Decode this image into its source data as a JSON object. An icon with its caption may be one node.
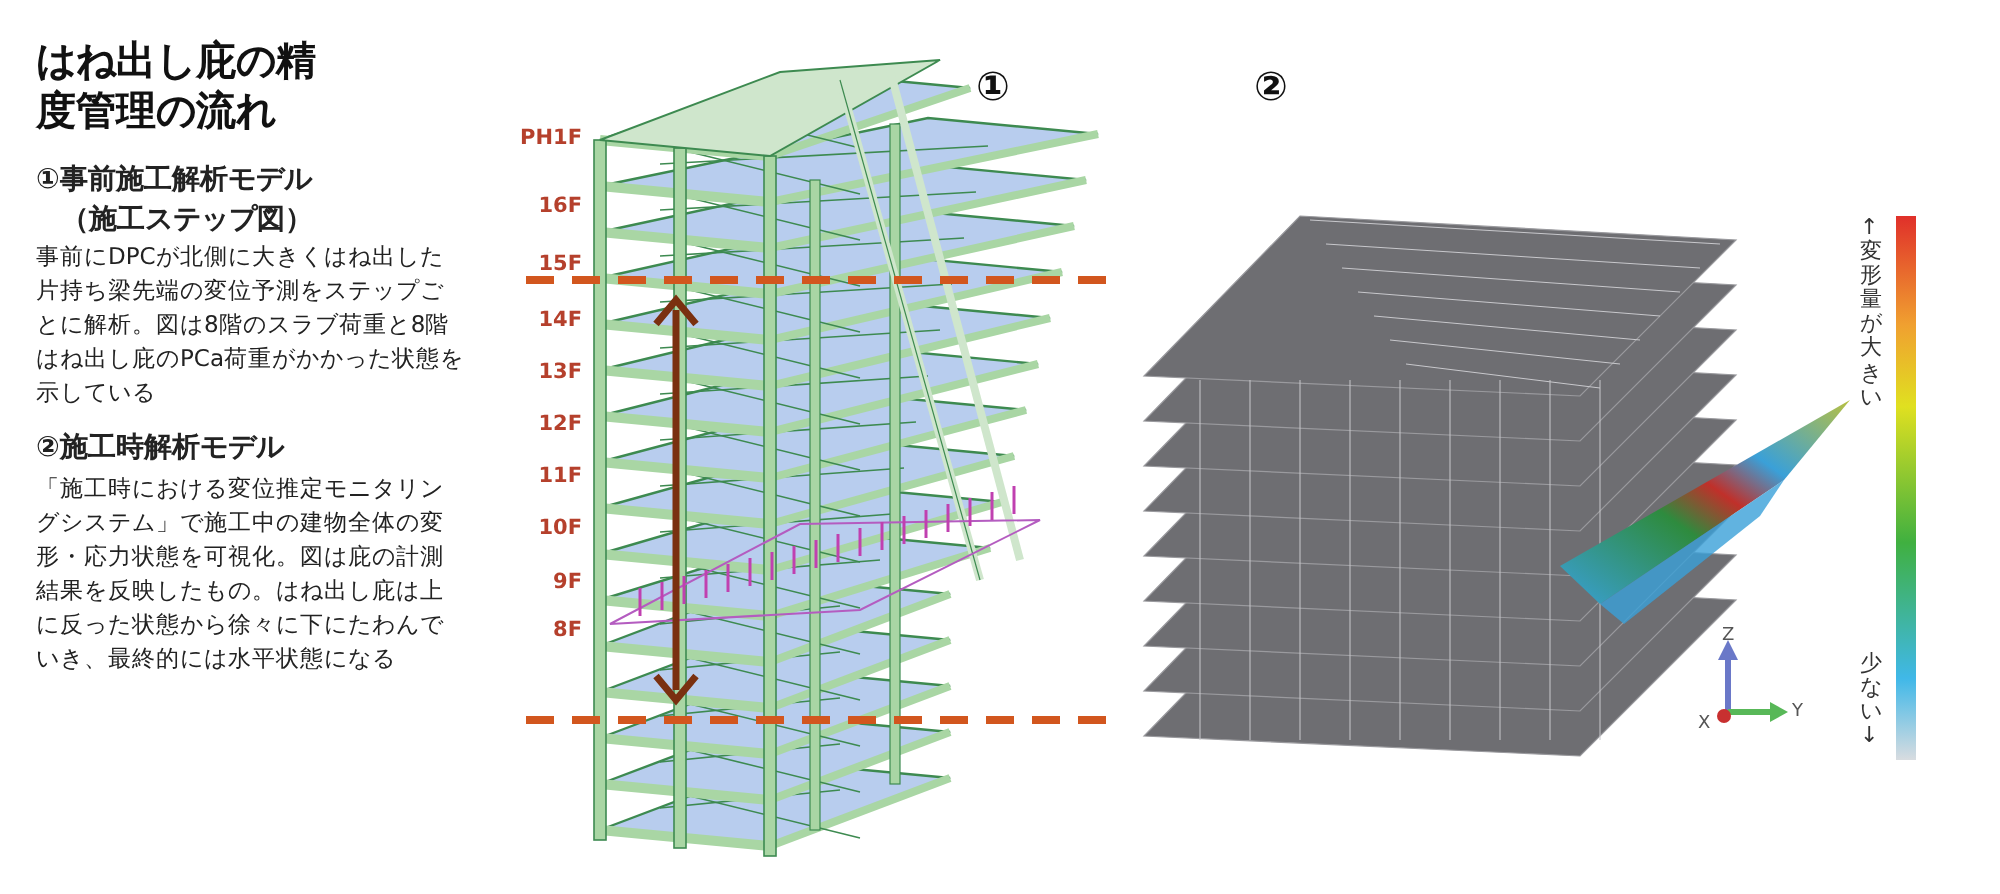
{
  "diagram": {
    "title": "はね出し庇の精度管理の流れ",
    "labels": [
      "①事前施工解析モデル（施工ステップ図）",
      "事前にDPCが北側に大きくはね出した片持ち梁先端の変位予測をステップごとに解析。図は8階のスラブ荷重と8階はね出し庇のPCa荷重がかかった状態を示している",
      "②施工時解析モデル",
      "「施工時における変位推定モニタリングシステム」で施工中の建物全体の変形・応力状態を可視化。図は庇の計測結果を反映したもの。はね出し庇は上に反った状態から徐々に下にたわんでいき、最終的には水平状態になる",
      "①",
      "②",
      "PH1F",
      "16F",
      "15F",
      "14F",
      "13F",
      "12F",
      "11F",
      "10F",
      "9F",
      "8F",
      "↑変形量が大きい",
      "少ない↓",
      "Z",
      "Y",
      "X"
    ]
  }
}
